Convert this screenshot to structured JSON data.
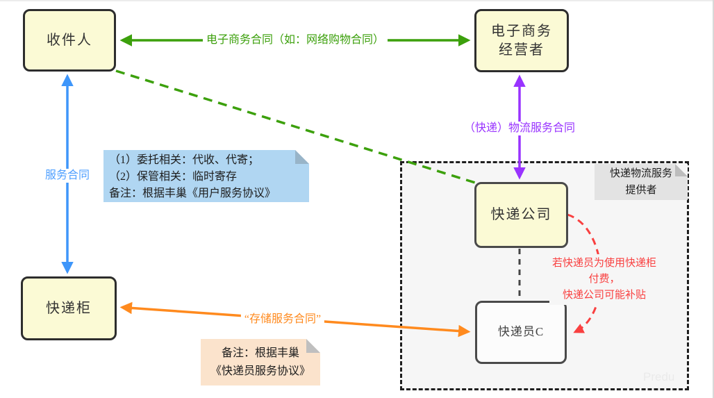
{
  "nodes": {
    "recipient": "收件人",
    "ecommerce": "电子商务\n经营者",
    "company": "快递公司",
    "courier": "快递员C",
    "locker": "快递柜"
  },
  "group": {
    "label": "快递物流服务\n提供者"
  },
  "edges": {
    "ecommerce_contract": {
      "label": "电子商务合同（如：网络购物合同）",
      "color": "#3ca00c"
    },
    "logistics_contract": {
      "label": "（快递）物流服务合同",
      "color": "#9933ff"
    },
    "service_contract": {
      "label": "服务合同",
      "color": "#3e96fa"
    },
    "storage_contract": {
      "label": "“存储服务合同”",
      "color": "#ff8a1e"
    },
    "subsidy_remark": {
      "label": "若快递员为使用快递柜付费，\n快递公司可能补贴",
      "color": "#f94040"
    }
  },
  "notes": {
    "user_agreement": {
      "lines": [
        "（1）委托相关：代收、代寄；",
        "（2）保管相关：临时寄存",
        "备注：根据丰巢《用户服务协议》"
      ]
    },
    "courier_agreement": {
      "lines": [
        "备注：根据丰巢",
        "《快递员服务协议》"
      ]
    }
  },
  "watermark": "Predu",
  "colors": {
    "node_fill": "#fbfad5",
    "group_fill": "#f6f6f6",
    "blue_note_fill": "#b0d6f2",
    "orange_note_fill": "#fbe3cc",
    "gray_note_fill": "#e3e3e3"
  }
}
